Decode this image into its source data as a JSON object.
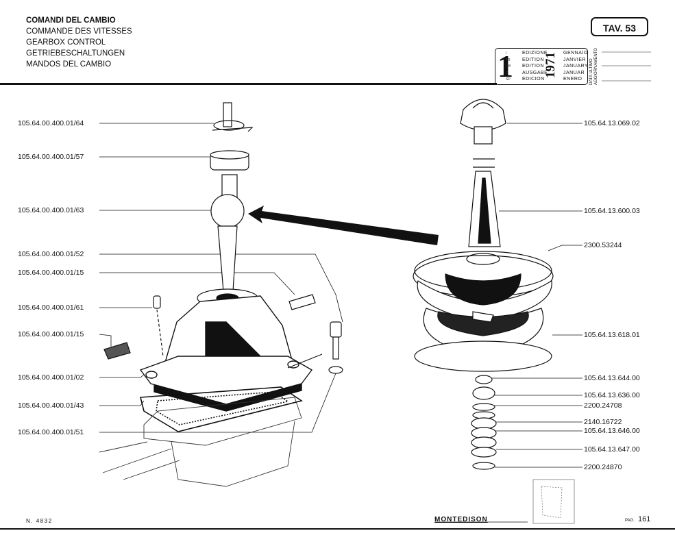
{
  "header": {
    "titles": [
      "COMANDI DEL CAMBIO",
      "COMMANDE DES VITESSES",
      "GEARBOX CONTROL",
      "GETRIEBESCHALTUNGEN",
      "MANDOS DEL CAMBIO"
    ],
    "table_number": "TAV. 53"
  },
  "edition": {
    "number": "1",
    "year": "1971",
    "words": [
      "EDIZIONE",
      "EDITION",
      "EDITION",
      "AUSGABE",
      "EDICION"
    ],
    "months": [
      "GENNAIO",
      "JANVIER",
      "JANUARY",
      "JANUAR",
      "ENERO"
    ],
    "update_label_1": "DATA ULTIMO",
    "update_label_2": "AGGIORNAMENTO"
  },
  "left_parts": [
    "105.64.00.400.01/64",
    "105.64.00.400.01/57",
    "105.64.00.400.01/63",
    "105.64.00.400.01/52",
    "105.64.00.400.01/15",
    "105.64.00.400.01/61",
    "105.64.00.400.01/15",
    "105.64.00.400.01/02",
    "105.64.00.400.01/43",
    "105.64.00.400.01/51"
  ],
  "right_parts": [
    "105.64.13.069.02",
    "105.64.13.600.03",
    "2300.53244",
    "105.64.13.618.01",
    "105.64.13.644.00",
    "105.64.13.636.00",
    "2200.24708",
    "2140.16722",
    "105.64.13.646.00",
    "105.64.13.647.00",
    "2200.24870"
  ],
  "footer": {
    "sheet_number": "N. 4832",
    "logo_text": "MONTEDISON",
    "page_prefix": "PAG.",
    "page": "161"
  }
}
